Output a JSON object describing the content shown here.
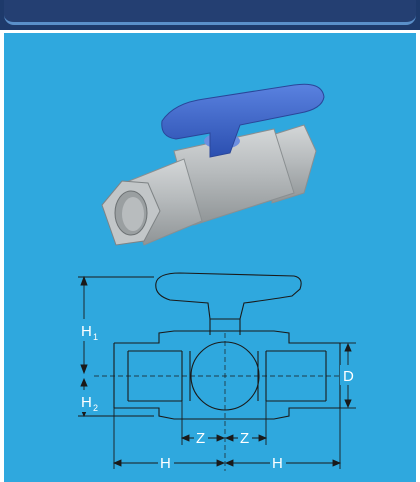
{
  "diagram": {
    "labels": {
      "h1": "H",
      "h1_sub": "1",
      "h2": "H",
      "h2_sub": "2",
      "d": "D",
      "z_left": "Z",
      "z_right": "Z",
      "h_left": "H",
      "h_right": "H"
    }
  },
  "colors": {
    "panel": "#2fa8de",
    "header": "#1e3a6b",
    "handle": "#3b63c4",
    "body": "#b9bdbf",
    "lines": "#1a1a1a",
    "dim_text": "#ffffff"
  },
  "icons": {
    "product": "pvc-ball-valve-icon"
  }
}
